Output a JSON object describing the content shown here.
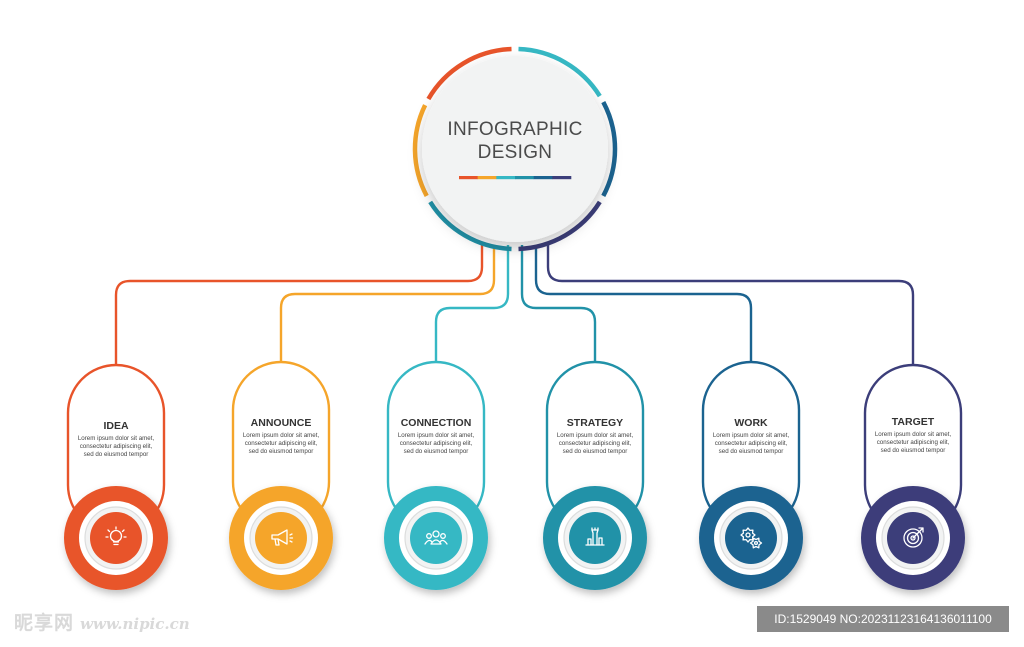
{
  "center": {
    "title_line1": "INFOGRAPHIC",
    "title_line2": "DESIGN"
  },
  "colors": {
    "idea": "#e8542a",
    "announce": "#f5a52a",
    "connection": "#36b8c4",
    "strategy": "#2192a8",
    "work": "#1b6390",
    "target": "#3c3e7a",
    "ring_face": "#f2f3f3"
  },
  "cards": [
    {
      "key": "idea",
      "title": "IDEA",
      "icon": "lightbulb-icon",
      "text": [
        "Lorem ipsum dolor sit amet,",
        "consectetur adipiscing elit,",
        "sed do eiusmod tempor"
      ]
    },
    {
      "key": "announce",
      "title": "ANNOUNCE",
      "icon": "megaphone-icon",
      "text": [
        "Lorem ipsum dolor sit amet,",
        "consectetur adipiscing elit,",
        "sed do eiusmod tempor"
      ]
    },
    {
      "key": "connection",
      "title": "CONNECTION",
      "icon": "people-group-icon",
      "text": [
        "Lorem ipsum dolor sit amet,",
        "consectetur adipiscing elit,",
        "sed do eiusmod tempor"
      ]
    },
    {
      "key": "strategy",
      "title": "STRATEGY",
      "icon": "chess-pieces-icon",
      "text": [
        "Lorem ipsum dolor sit amet,",
        "consectetur adipiscing elit,",
        "sed do eiusmod tempor"
      ]
    },
    {
      "key": "work",
      "title": "WORK",
      "icon": "gears-icon",
      "text": [
        "Lorem ipsum dolor sit amet,",
        "consectetur adipiscing elit,",
        "sed do eiusmod tempor"
      ]
    },
    {
      "key": "target",
      "title": "TARGET",
      "icon": "target-icon",
      "text": [
        "Lorem ipsum dolor sit amet,",
        "consectetur adipiscing elit,",
        "sed do eiusmod tempor"
      ]
    }
  ],
  "watermark": {
    "brand": "昵享网",
    "url": "www.nipic.cn",
    "id_text": "ID:1529049 NO:20231123164136011100"
  }
}
